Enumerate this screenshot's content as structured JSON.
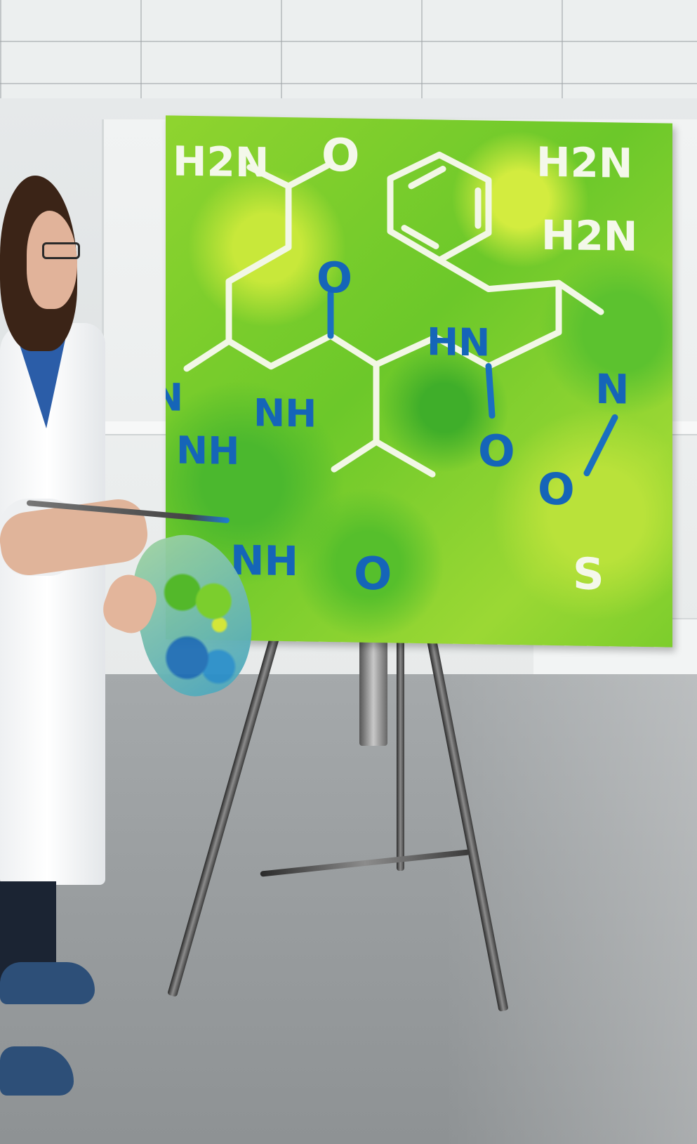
{
  "painting": {
    "labels_white": [
      "H2N",
      "O",
      "H2N",
      "H2N",
      "S"
    ],
    "labels_blue": [
      "O",
      "NH",
      "HN",
      "N",
      "NH",
      "NH",
      "O",
      "O",
      "O",
      "N"
    ]
  },
  "colors": {
    "canvas_green": "#6cc82a",
    "bond_white": "#f2f7e6",
    "text_blue": "#1565b8",
    "lab_coat": "#ffffff",
    "floor_grey": "#9b9fa1"
  }
}
